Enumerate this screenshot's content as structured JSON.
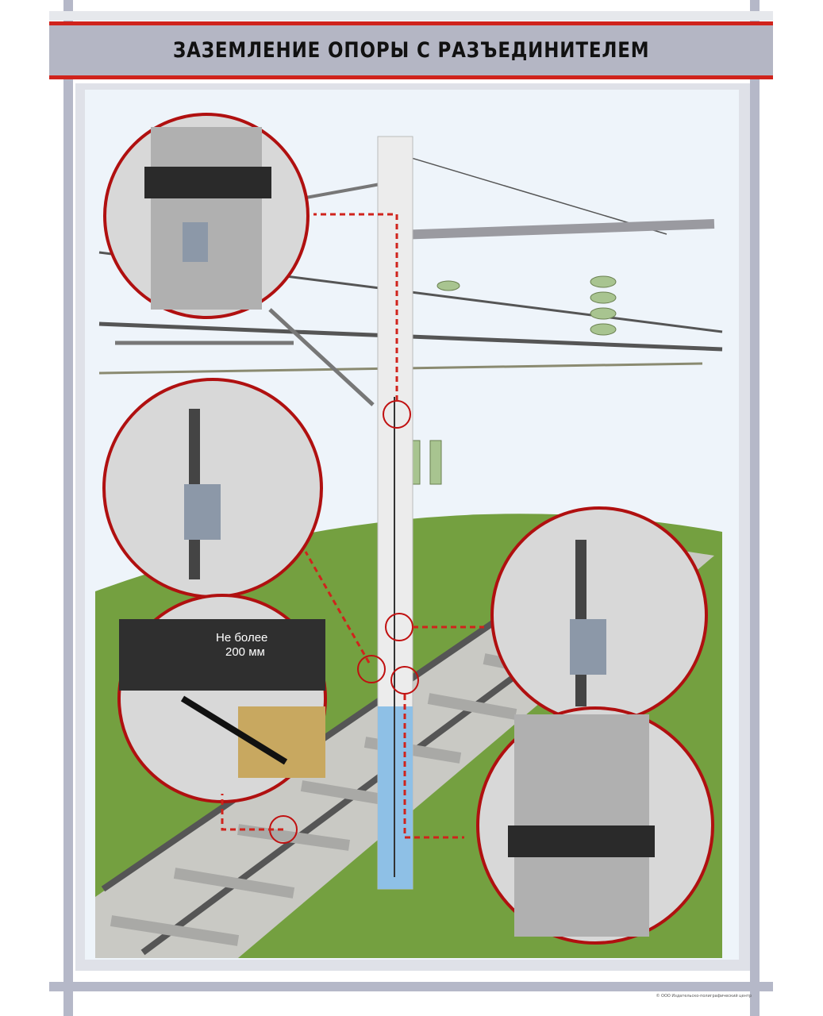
{
  "title": "ЗАЗЕМЛЕНИЕ ОПОРЫ С РАЗЪЕДИНИТЕЛЕМ",
  "callout_rail": {
    "line1": "Не более",
    "line2": "200 мм"
  },
  "copyright": "© ООО Издательско-полиграфический центр",
  "colors": {
    "accent": "#d0231c",
    "band": "#b4b6c4",
    "grass": "#6f9a3a",
    "ground_pole": "#8ec0e6"
  }
}
